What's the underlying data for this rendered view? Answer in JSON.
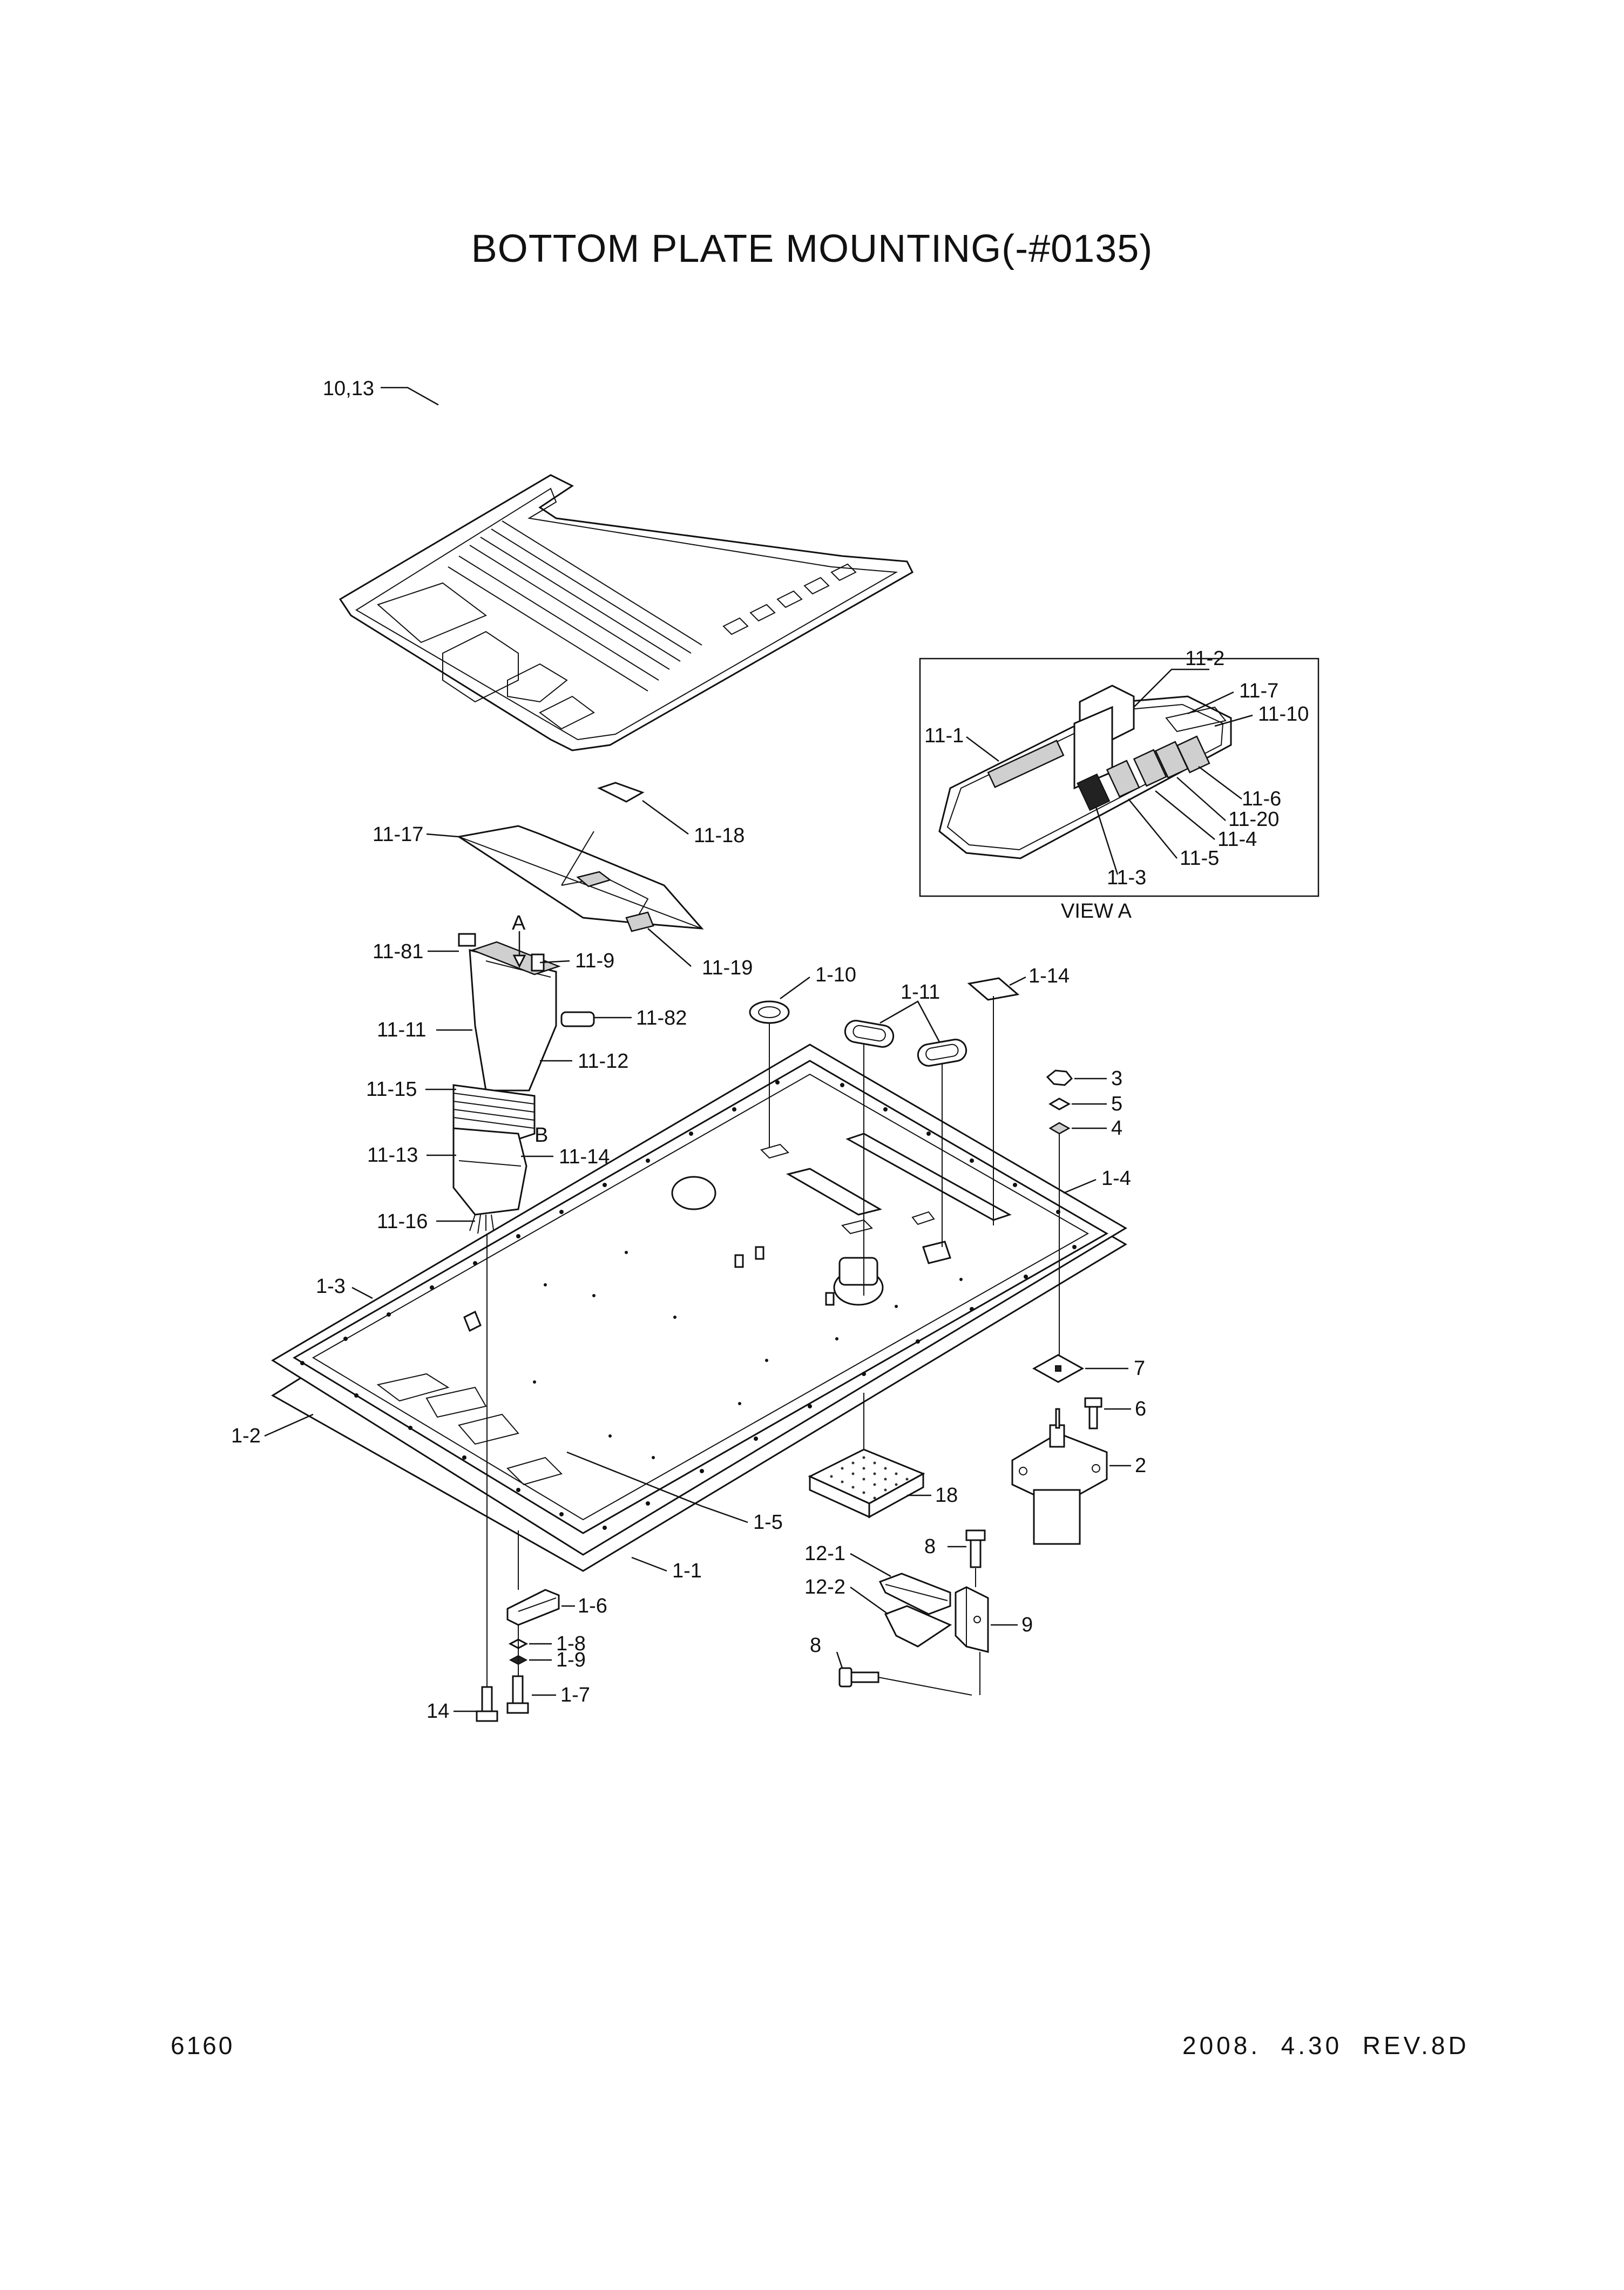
{
  "title": "BOTTOM PLATE MOUNTING(-#0135)",
  "footer": {
    "page_number": "6160",
    "date_rev": "2008.  4.30  REV.8D"
  },
  "view_a_label": "VIEW A",
  "arrow_labels": {
    "a": "A",
    "b": "B"
  },
  "callouts": {
    "c10_13": "10,13",
    "c11_2": "11-2",
    "c11_7": "11-7",
    "c11_10": "11-10",
    "c11_1": "11-1",
    "c11_6": "11-6",
    "c11_20": "11-20",
    "c11_4": "11-4",
    "c11_5": "11-5",
    "c11_3": "11-3",
    "c11_18": "11-18",
    "c11_17": "11-17",
    "c11_19": "11-19",
    "c11_81": "11-81",
    "c11_9": "11-9",
    "c1_10": "1-10",
    "c1_11": "1-11",
    "c1_14": "1-14",
    "c11_82": "11-82",
    "c11_11": "11-11",
    "c11_12": "11-12",
    "c11_15": "11-15",
    "c3": "3",
    "c5": "5",
    "c4": "4",
    "c11_13": "11-13",
    "c11_14": "11-14",
    "c1_4": "1-4",
    "c11_16": "11-16",
    "c1_3": "1-3",
    "c7": "7",
    "c6": "6",
    "c2": "2",
    "c1_2": "1-2",
    "c18": "18",
    "c1_5": "1-5",
    "c8a": "8",
    "c12_1": "12-1",
    "c1_1": "1-1",
    "c12_2": "12-2",
    "c9": "9",
    "c1_6": "1-6",
    "c8b": "8",
    "c1_8": "1-8",
    "c1_9": "1-9",
    "c14": "14",
    "c1_7": "1-7"
  }
}
